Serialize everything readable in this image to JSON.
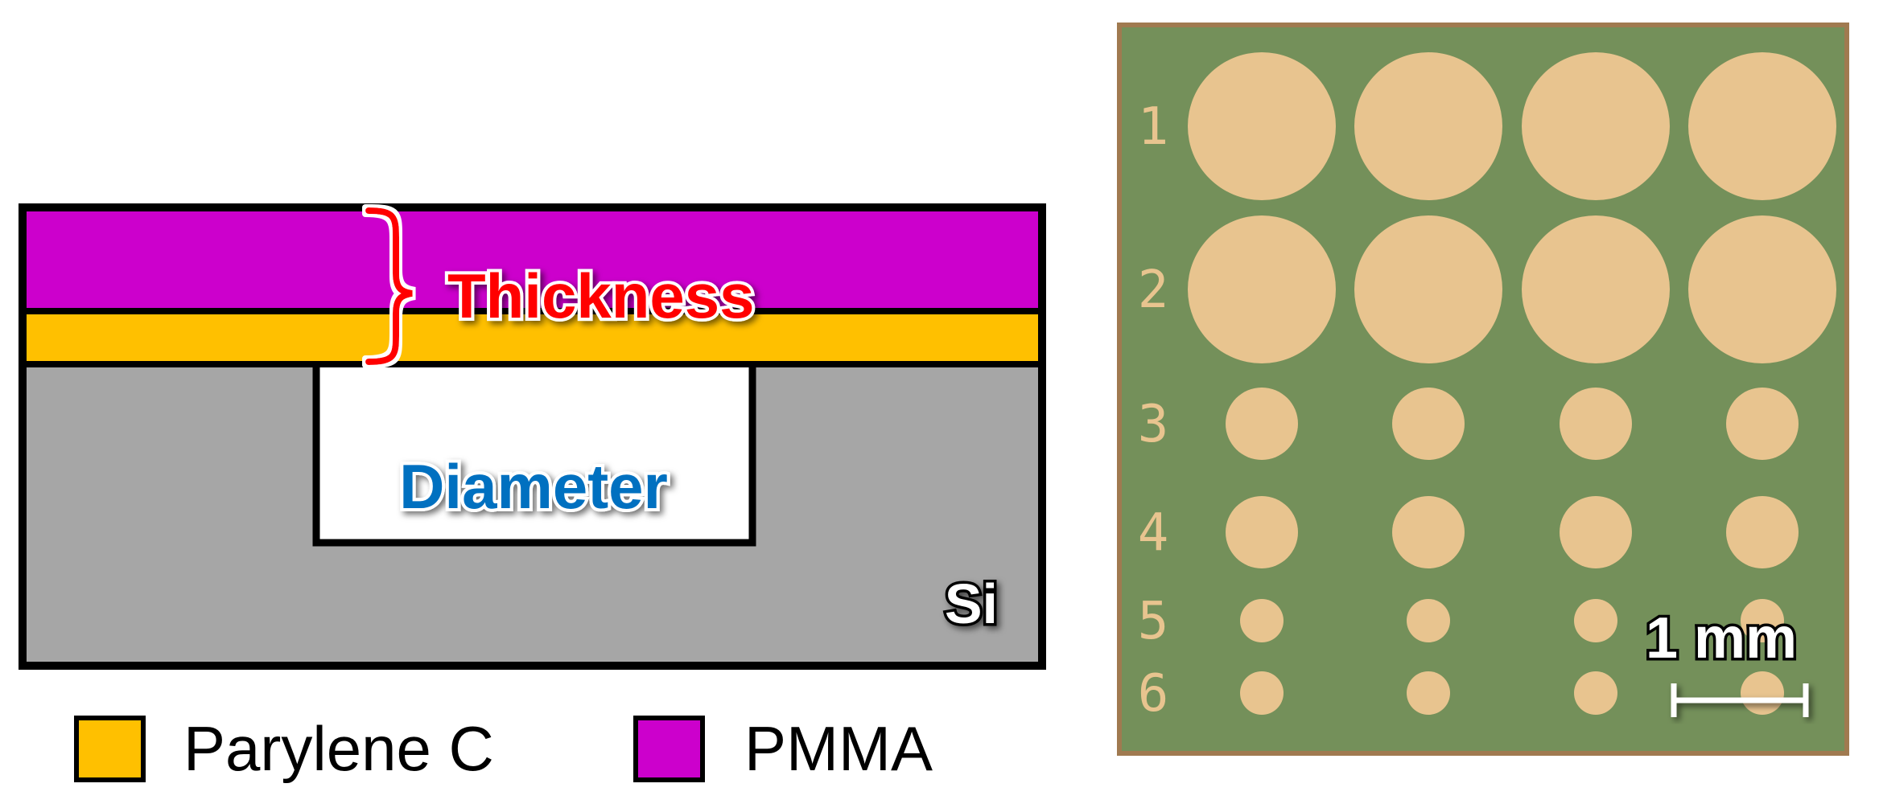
{
  "schematic": {
    "thickness_label": "Thickness",
    "diameter_label": "Diameter",
    "substrate_label": "Si",
    "colors": {
      "pmma": "#cc00cc",
      "parylene": "#ffc000",
      "silicon": "#a6a6a6",
      "thickness": "#ff0000",
      "diameter": "#0070c0"
    }
  },
  "legend": [
    {
      "label": "Parylene C",
      "color": "#ffc000"
    },
    {
      "label": "PMMA",
      "color": "#cc00cc"
    }
  ],
  "micrograph": {
    "row_labels": [
      "1",
      "2",
      "3",
      "4",
      "5",
      "6"
    ],
    "scale_bar_label": "1 mm",
    "colors": {
      "background": "#74905a",
      "pad": "#e8c48f",
      "frame": "#a07a50"
    }
  }
}
